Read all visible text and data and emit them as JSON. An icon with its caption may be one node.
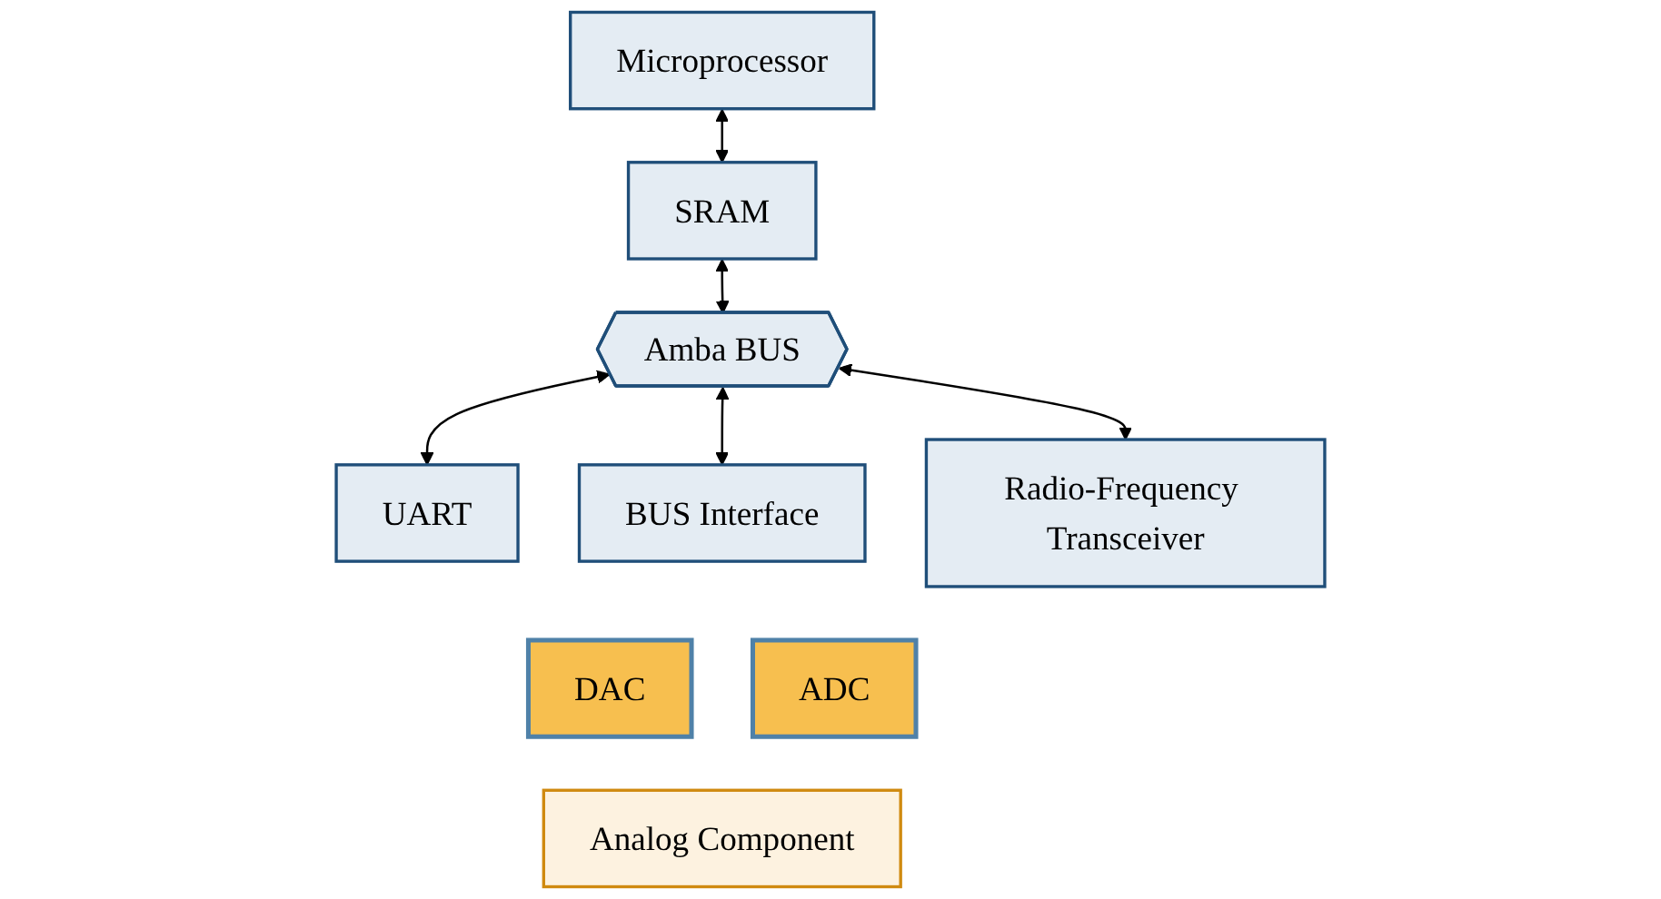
{
  "diagram": {
    "nodes": [
      {
        "text": [
          "Microprocessor"
        ]
      },
      {
        "text": [
          "SRAM"
        ]
      },
      {
        "text": [
          "Amba BUS"
        ]
      },
      {
        "text": [
          "UART"
        ]
      },
      {
        "text": [
          "BUS Interface"
        ]
      },
      {
        "text": [
          "DAC"
        ]
      },
      {
        "text": [
          "ADC"
        ]
      },
      {
        "text": [
          "Radio-Frequency Transceiver"
        ]
      },
      {
        "text": [
          "Analog Component"
        ]
      }
    ],
    "edges": [
      {
        "from": 0,
        "to": 1,
        "arrow": "both"
      },
      {
        "from": 1,
        "to": 2,
        "arrow": "both"
      },
      {
        "from": 2,
        "to": 3,
        "arrow": "both"
      },
      {
        "from": 2,
        "to": 4,
        "arrow": "both"
      },
      {
        "from": 2,
        "to": 7,
        "arrow": "both"
      }
    ]
  }
}
